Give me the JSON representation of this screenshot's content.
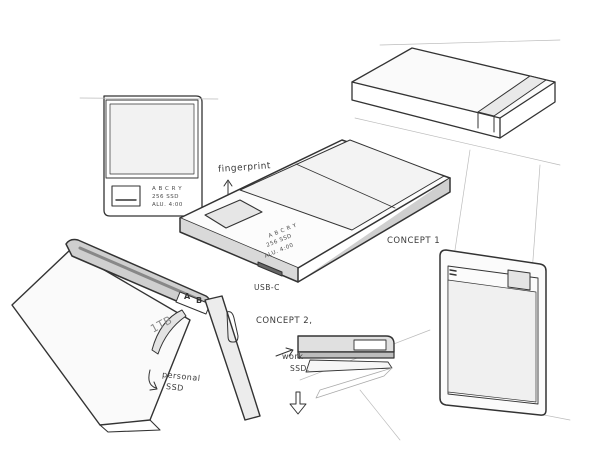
{
  "annotations": {
    "fingerprint": "fingerprint",
    "usb_c": "USB-C",
    "concept_1": "CONCEPT 1",
    "concept_2": "CONCEPT 2,",
    "personal_ssd": [
      "personal",
      "SSD"
    ],
    "work_ssd": [
      "work",
      "SSD."
    ],
    "buttons": [
      "A",
      "B"
    ],
    "capacity_labels": [
      "A B C R Y",
      "256 SSD",
      "ALU. 4:00"
    ],
    "device_mark": "1TB"
  },
  "colors": {
    "paper": "#ffffff",
    "pencil": "#333333",
    "shade_light": "#d9d9d9",
    "shade_dark": "#8a8a8a"
  }
}
